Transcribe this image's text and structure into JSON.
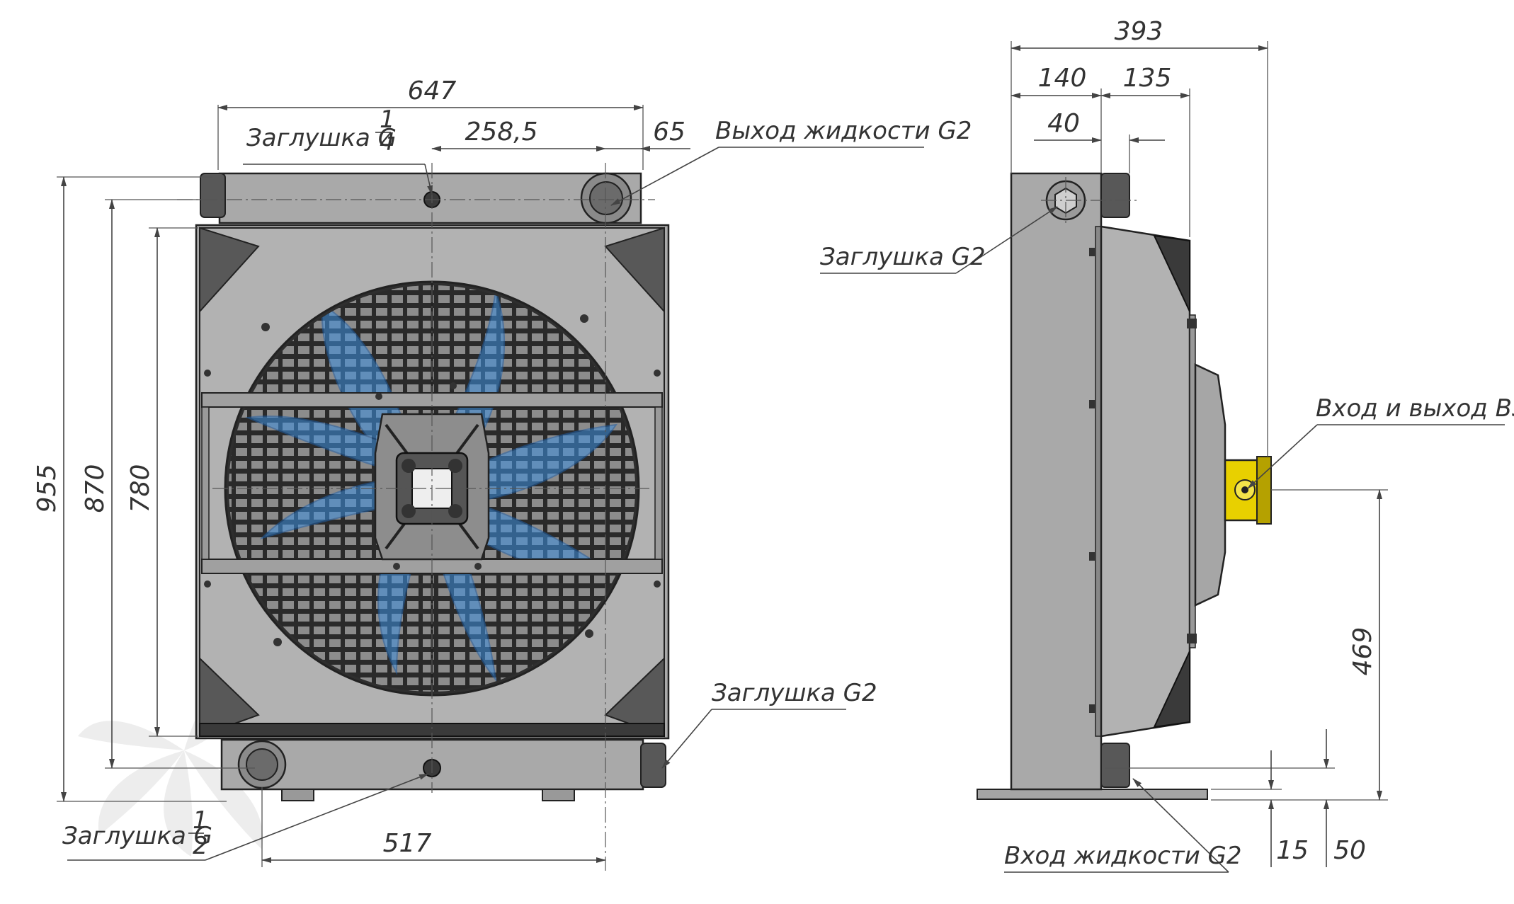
{
  "dimensions": {
    "overall_width": "647",
    "plug_to_outlet": "258,5",
    "outlet_offset": "65",
    "overall_height": "955",
    "height_870": "870",
    "height_780": "780",
    "bottom_plug_span": "517",
    "side_depth": "393",
    "side_140": "140",
    "side_135": "135",
    "side_40": "40",
    "bsp_height": "469",
    "foot_15": "15",
    "foot_50": "50"
  },
  "labels": {
    "plug_quarter_text": "Заглушка G",
    "plug_quarter_num": "1",
    "plug_quarter_den": "4",
    "fluid_outlet": "Выход жидкости G2",
    "plug_g2_front": "Заглушка G2",
    "plug_half_text": "Заглушка G",
    "plug_half_num": "1",
    "plug_half_den": "2",
    "plug_g2_side": "Заглушка G2",
    "bsp_inout": "Вход и выход BSP",
    "fluid_inlet": "Вход жидкости G2"
  },
  "colors": {
    "fan_blade": "#3d8fe0",
    "pump_body": "#e8d000",
    "housing": "#a9a9a9"
  }
}
